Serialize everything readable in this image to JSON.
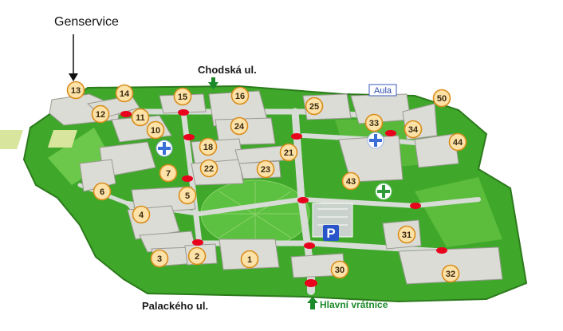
{
  "map": {
    "callout": "Genservice",
    "streets": {
      "top": "Chodská ul.",
      "bottom": "Palackého ul."
    },
    "gate": "Hlavní vrátnice",
    "aula": "Aula",
    "parking": "P",
    "markers": [
      {
        "num": "1"
      },
      {
        "num": "2"
      },
      {
        "num": "3"
      },
      {
        "num": "4"
      },
      {
        "num": "5"
      },
      {
        "num": "6"
      },
      {
        "num": "7"
      },
      {
        "num": "10"
      },
      {
        "num": "11"
      },
      {
        "num": "12"
      },
      {
        "num": "13"
      },
      {
        "num": "14"
      },
      {
        "num": "15"
      },
      {
        "num": "16"
      },
      {
        "num": "18"
      },
      {
        "num": "21"
      },
      {
        "num": "22"
      },
      {
        "num": "23"
      },
      {
        "num": "24"
      },
      {
        "num": "25"
      },
      {
        "num": "30"
      },
      {
        "num": "31"
      },
      {
        "num": "32"
      },
      {
        "num": "33"
      },
      {
        "num": "34"
      },
      {
        "num": "43"
      },
      {
        "num": "44"
      },
      {
        "num": "50"
      }
    ],
    "colors": {
      "grass": "#3fa82a",
      "grass_light": "#6cc84a",
      "road": "#d7dcd6",
      "building": "#dcdcd6",
      "marker_fill": "#fde2a8",
      "marker_stroke": "#d98c1a",
      "gate_dot": "#e8001c",
      "medical_blue": "#3a6fd8",
      "medical_green": "#2e9a3a"
    }
  }
}
